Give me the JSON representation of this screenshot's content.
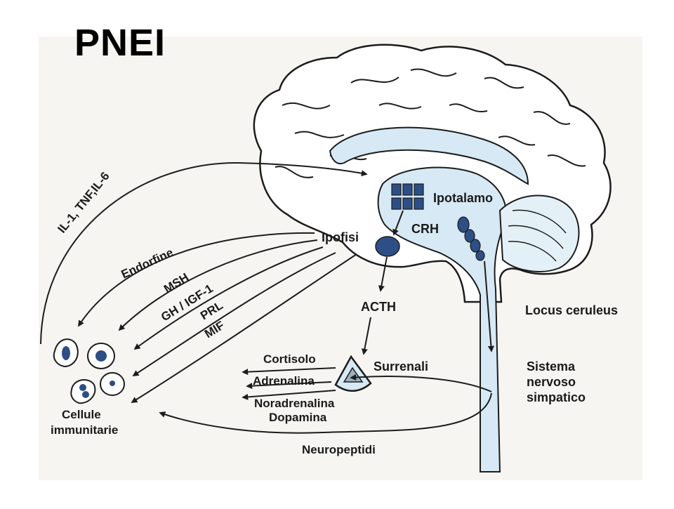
{
  "title": "PNEI",
  "colors": {
    "paper": "#f6f5f2",
    "brain_fill": "#ffffff",
    "structure_blue": "#d6e9f4",
    "dark_blue": "#2d4f86",
    "outline": "#1c1c1c"
  },
  "labels": {
    "cytokines": "IL-1, TNF,IL-6",
    "hypothalamus": "Ipotalamo",
    "crh": "CRH",
    "pituitary": "Ipofisi",
    "endorphins": "Endorfine",
    "msh": "MSH",
    "gh_igf": "GH / IGF-1",
    "prl": "PRL",
    "mif": "MIF",
    "acth": "ACTH",
    "locus": "Locus  ceruleus",
    "cortisol": "Cortisolo",
    "adrenaline": "Adrenalina",
    "noradrenaline": "Noradrenalina",
    "dopamine": "Dopamina",
    "adrenals": "Surrenali",
    "sns_1": "Sistema",
    "sns_2": "nervoso",
    "sns_3": "simpatico",
    "cells_1": "Cellule",
    "cells_2": "immunitarie",
    "neuropeptides": "Neuropeptidi"
  }
}
